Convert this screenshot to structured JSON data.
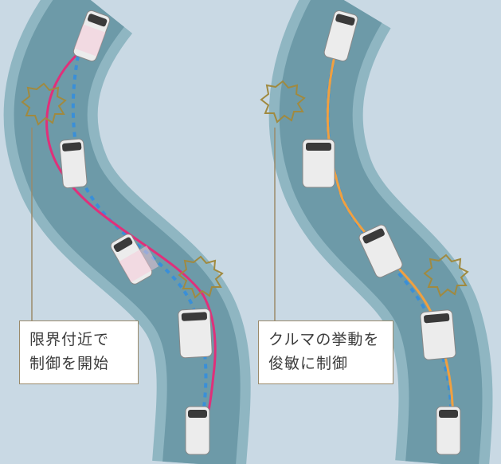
{
  "panels": [
    {
      "id": "left",
      "caption_line1": "限界付近で",
      "caption_line2": "制御を開始",
      "controlled_path_color": "#e0307a",
      "reference_path_color": "#3a8fd8",
      "burst_color": "#a08a40"
    },
    {
      "id": "right",
      "caption_line1": "クルマの挙動を",
      "caption_line2": "俊敏に制御",
      "controlled_path_color": "#f0a040",
      "reference_path_color": "#3a8fd8",
      "burst_color": "#a08a40"
    }
  ],
  "colors": {
    "background": "#c9d9e4",
    "road": "#6d9aa8",
    "road_edge": "#8fb6c2",
    "vehicle_body": "#e8e8e8",
    "vehicle_window": "#3a3a3a"
  }
}
